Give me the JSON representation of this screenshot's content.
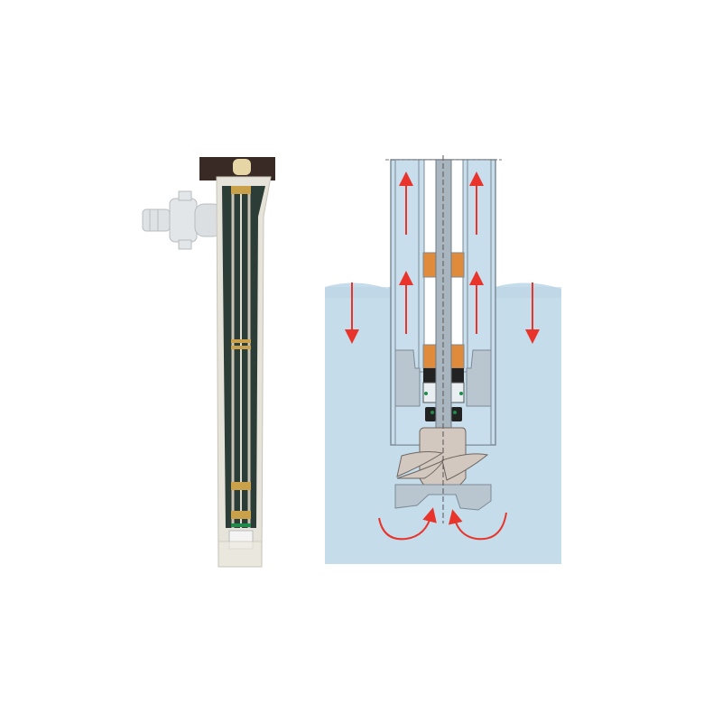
{
  "colors": {
    "water": "#c5dcea",
    "flow_arrow": "#e8342b",
    "bearing": "#e08a3c",
    "seal": "#222222",
    "tube_wall": "#bcc8d2",
    "impeller": "#d2c8c0",
    "pump_body": "#e6e3da",
    "pump_core": "#2b3d36",
    "pump_head": "#3a2a26",
    "gasket": "#1f8a4a"
  },
  "figures": [
    {
      "name": "pump-cutaway",
      "icon": "pump-photo"
    },
    {
      "name": "flow-schematic",
      "icon": "pump-section-diagram"
    }
  ]
}
